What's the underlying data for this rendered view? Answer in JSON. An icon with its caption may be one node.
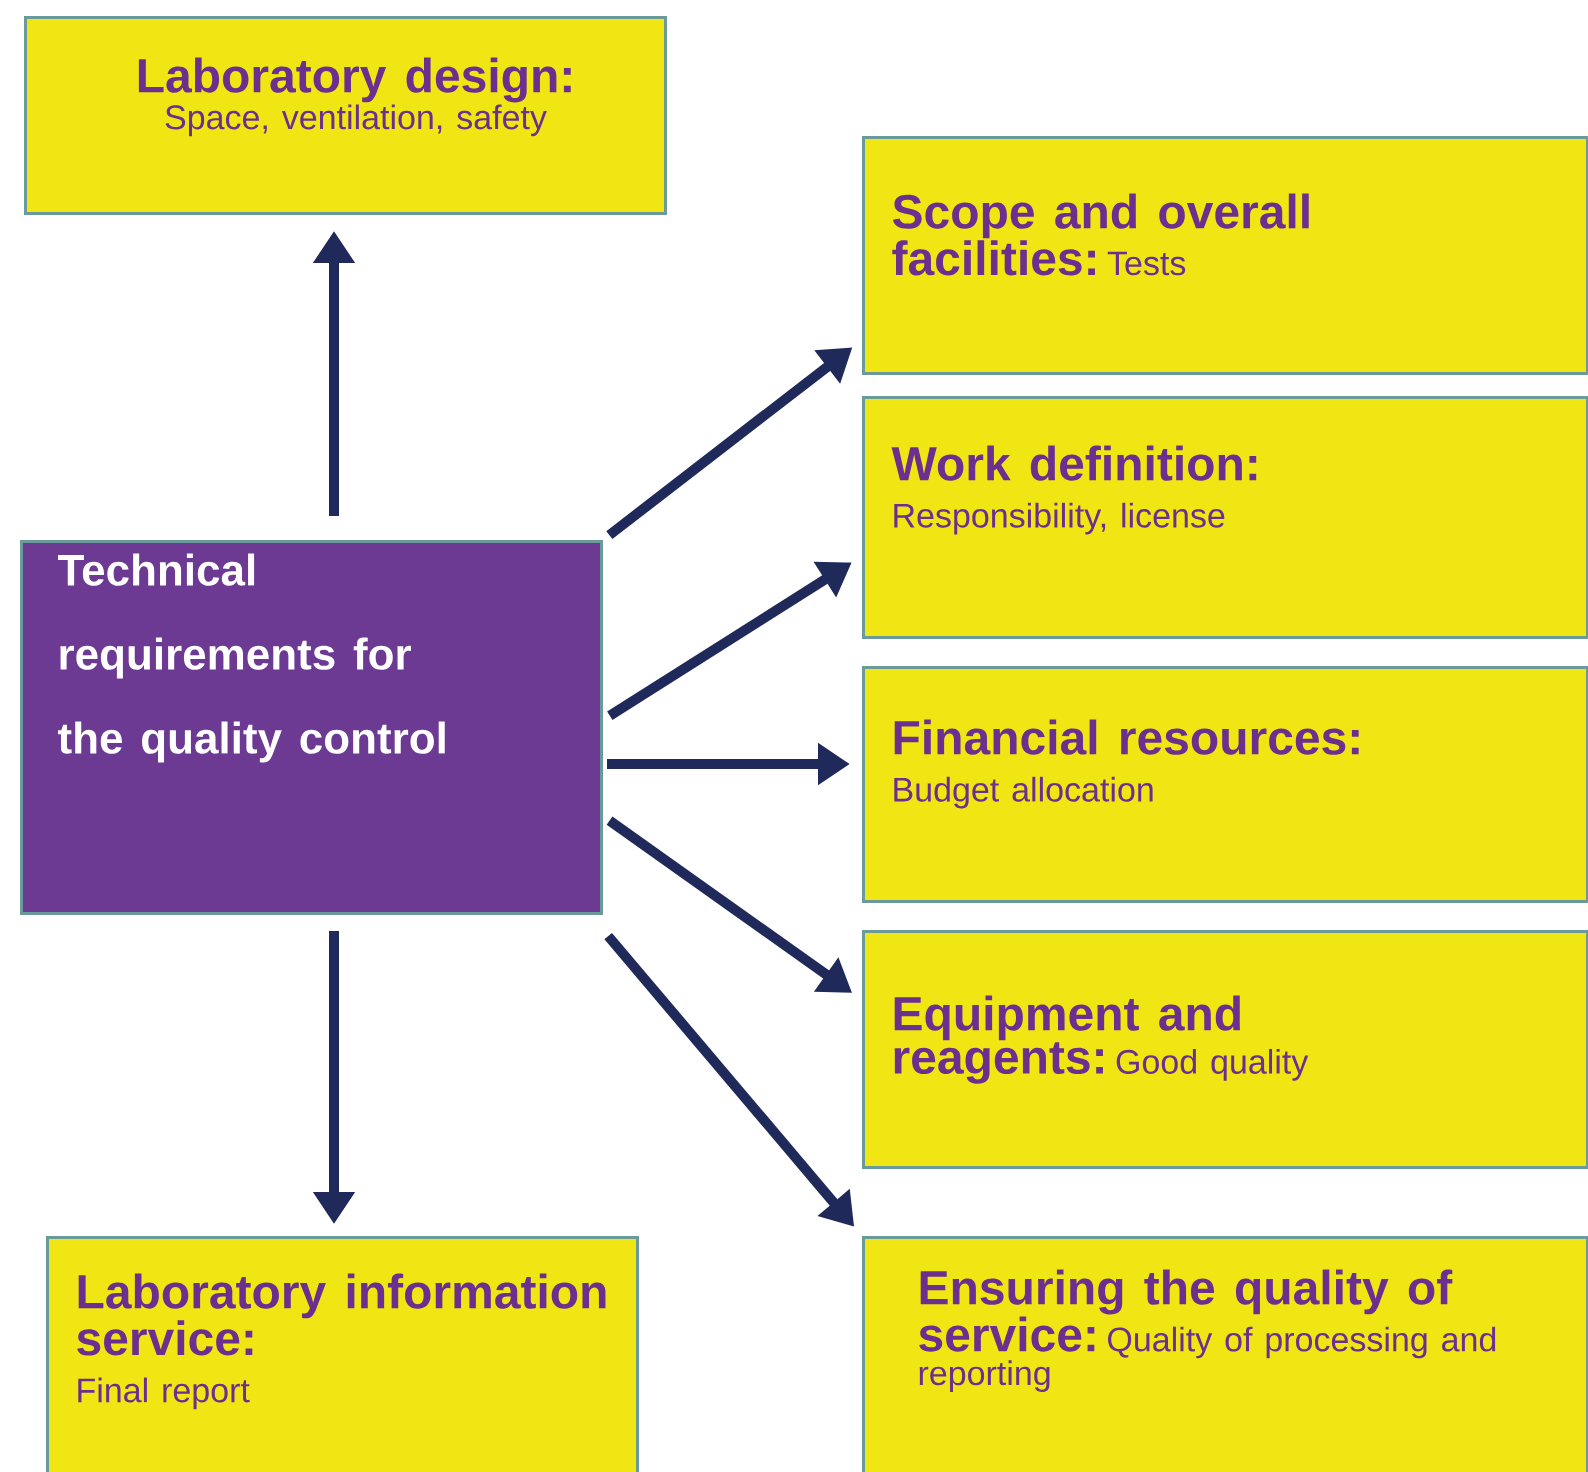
{
  "diagram": {
    "nodes": [
      {
        "text": [
          "Laboratory design:",
          "Space, ventilation, safety"
        ]
      },
      {
        "text": [
          "Scope and overall facilities:",
          "Tests"
        ]
      },
      {
        "text": [
          "Work definition:",
          "Responsibility, license"
        ]
      },
      {
        "text": [
          "Technical requirements for the quality control"
        ]
      },
      {
        "text": [
          "Financial resources:",
          "Budget allocation"
        ]
      },
      {
        "text": [
          "Equipment and reagents:",
          "Good quality"
        ]
      },
      {
        "text": [
          "Laboratory information service:",
          "Final report"
        ]
      },
      {
        "text": [
          "Ensuring the quality of service:",
          "Quality of processing and reporting"
        ]
      }
    ],
    "edges": [
      {
        "from": 3,
        "to": 0,
        "arrow": "to"
      },
      {
        "from": 3,
        "to": 1,
        "arrow": "to"
      },
      {
        "from": 3,
        "to": 2,
        "arrow": "to"
      },
      {
        "from": 3,
        "to": 4,
        "arrow": "to"
      },
      {
        "from": 3,
        "to": 5,
        "arrow": "to"
      },
      {
        "from": 3,
        "to": 6,
        "arrow": "to"
      },
      {
        "from": 3,
        "to": 7,
        "arrow": "to"
      }
    ]
  }
}
